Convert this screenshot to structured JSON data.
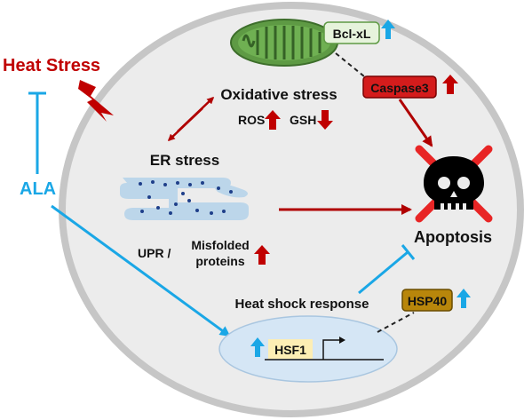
{
  "labels": {
    "heat_stress": "Heat Stress",
    "ala": "ALA",
    "oxidative_stress": "Oxidative stress",
    "ros": "ROS",
    "gsh": "GSH",
    "er_stress": "ER stress",
    "upr": "UPR /",
    "misfolded_line1": "Misfolded",
    "misfolded_line2": "proteins",
    "apoptosis": "Apoptosis",
    "heat_shock_response": "Heat shock response",
    "bcl_xl": "Bcl-xL",
    "caspase3": "Caspase3",
    "hsp40": "HSP40",
    "hsf1": "HSF1"
  },
  "colors": {
    "heat_red": "#c00000",
    "ala_blue": "#1aa7e6",
    "cell_fill": "#ececec",
    "cell_border": "#c6c6c6",
    "er_fill": "#bcd6ea",
    "nucleus_fill": "#d5e6f5",
    "mito_green": "#5e9a44",
    "bcl_box": "#e6f3dc",
    "caspase_box": "#d41c1c",
    "hsp40_box": "#b8860b",
    "hsf1_box": "#fdeeb4"
  },
  "icons": {
    "apoptosis": "skull-crossed-icon",
    "heat_stress": "lightning-bolt-icon",
    "mitochondrion": "mitochondrion-icon",
    "er": "endoplasmic-reticulum-icon",
    "nucleus": "nucleus-icon"
  }
}
